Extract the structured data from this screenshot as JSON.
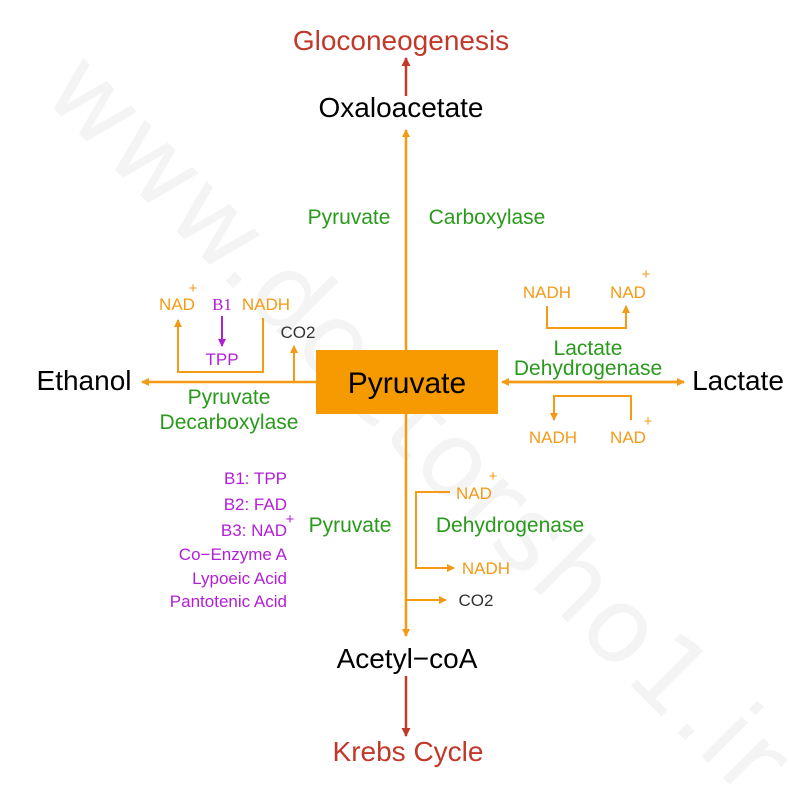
{
  "colors": {
    "orange": "#f59a16",
    "red": "#c0392b",
    "green": "#2a9a1c",
    "purple": "#b11fd6",
    "black": "#000000",
    "gray": "#333333",
    "pyruvate_box": "#f59a00"
  },
  "watermark": "www.doctorsho1.ir",
  "nodes": {
    "pyruvate": "Pyruvate",
    "oxaloacetate": "Oxaloacetate",
    "gluconeogenesis": "Gloconeogenesis",
    "ethanol": "Ethanol",
    "lactate": "Lactate",
    "acetyl_coa": "Acetyl−coA",
    "krebs": "Krebs Cycle"
  },
  "enzymes": {
    "carboxylase_1": "Pyruvate",
    "carboxylase_2": "Carboxylase",
    "decarboxylase_1": "Pyruvate",
    "decarboxylase_2": "Decarboxylase",
    "lactate_dh_1": "Lactate",
    "lactate_dh_2": "Dehydrogenase",
    "pyruvate_dh_1": "Pyruvate",
    "pyruvate_dh_2": "Dehydrogenase"
  },
  "cofactors": {
    "nad": "NAD",
    "nadh": "NADH",
    "plus": "+",
    "co2": "CO2",
    "b1": "B1",
    "tpp": "TPP"
  },
  "vitamins": [
    "B1: TPP",
    "B2: FAD",
    "B3: NAD",
    "Co−Enzyme A",
    "Lypoeic Acid",
    "Pantotenic Acid"
  ]
}
